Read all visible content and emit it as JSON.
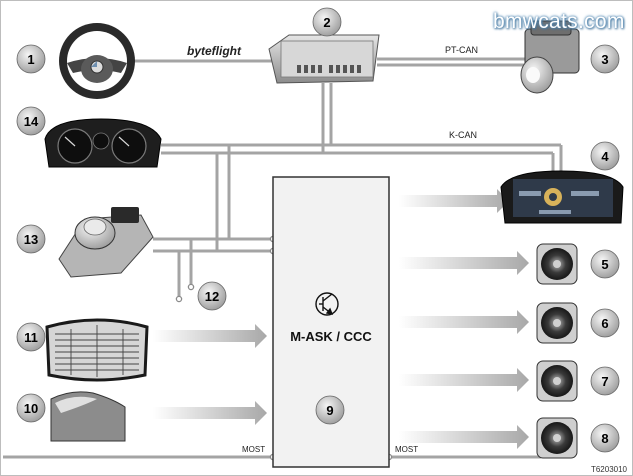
{
  "watermark": "bmwcats.com",
  "diagram_code": "T6203010",
  "control_unit": {
    "label": "M-ASK / CCC",
    "number": "9"
  },
  "bus_labels": {
    "byteflight": "byteflight",
    "pt_can": "PT-CAN",
    "k_can": "K-CAN",
    "most_left": "MOST",
    "most_right": "MOST"
  },
  "components": [
    {
      "number": "1",
      "icon": "steering-wheel-icon"
    },
    {
      "number": "2",
      "icon": "control-module-icon"
    },
    {
      "number": "3",
      "icon": "dsc-unit-icon"
    },
    {
      "number": "4",
      "icon": "central-display-icon"
    },
    {
      "number": "5",
      "icon": "speaker-icon"
    },
    {
      "number": "6",
      "icon": "speaker-icon"
    },
    {
      "number": "7",
      "icon": "speaker-icon"
    },
    {
      "number": "8",
      "icon": "speaker-icon"
    },
    {
      "number": "10",
      "icon": "antenna-icon"
    },
    {
      "number": "11",
      "icon": "rear-window-antenna-icon"
    },
    {
      "number": "12",
      "icon": ""
    },
    {
      "number": "13",
      "icon": "controller-icon"
    },
    {
      "number": "14",
      "icon": "instrument-cluster-icon"
    }
  ]
}
